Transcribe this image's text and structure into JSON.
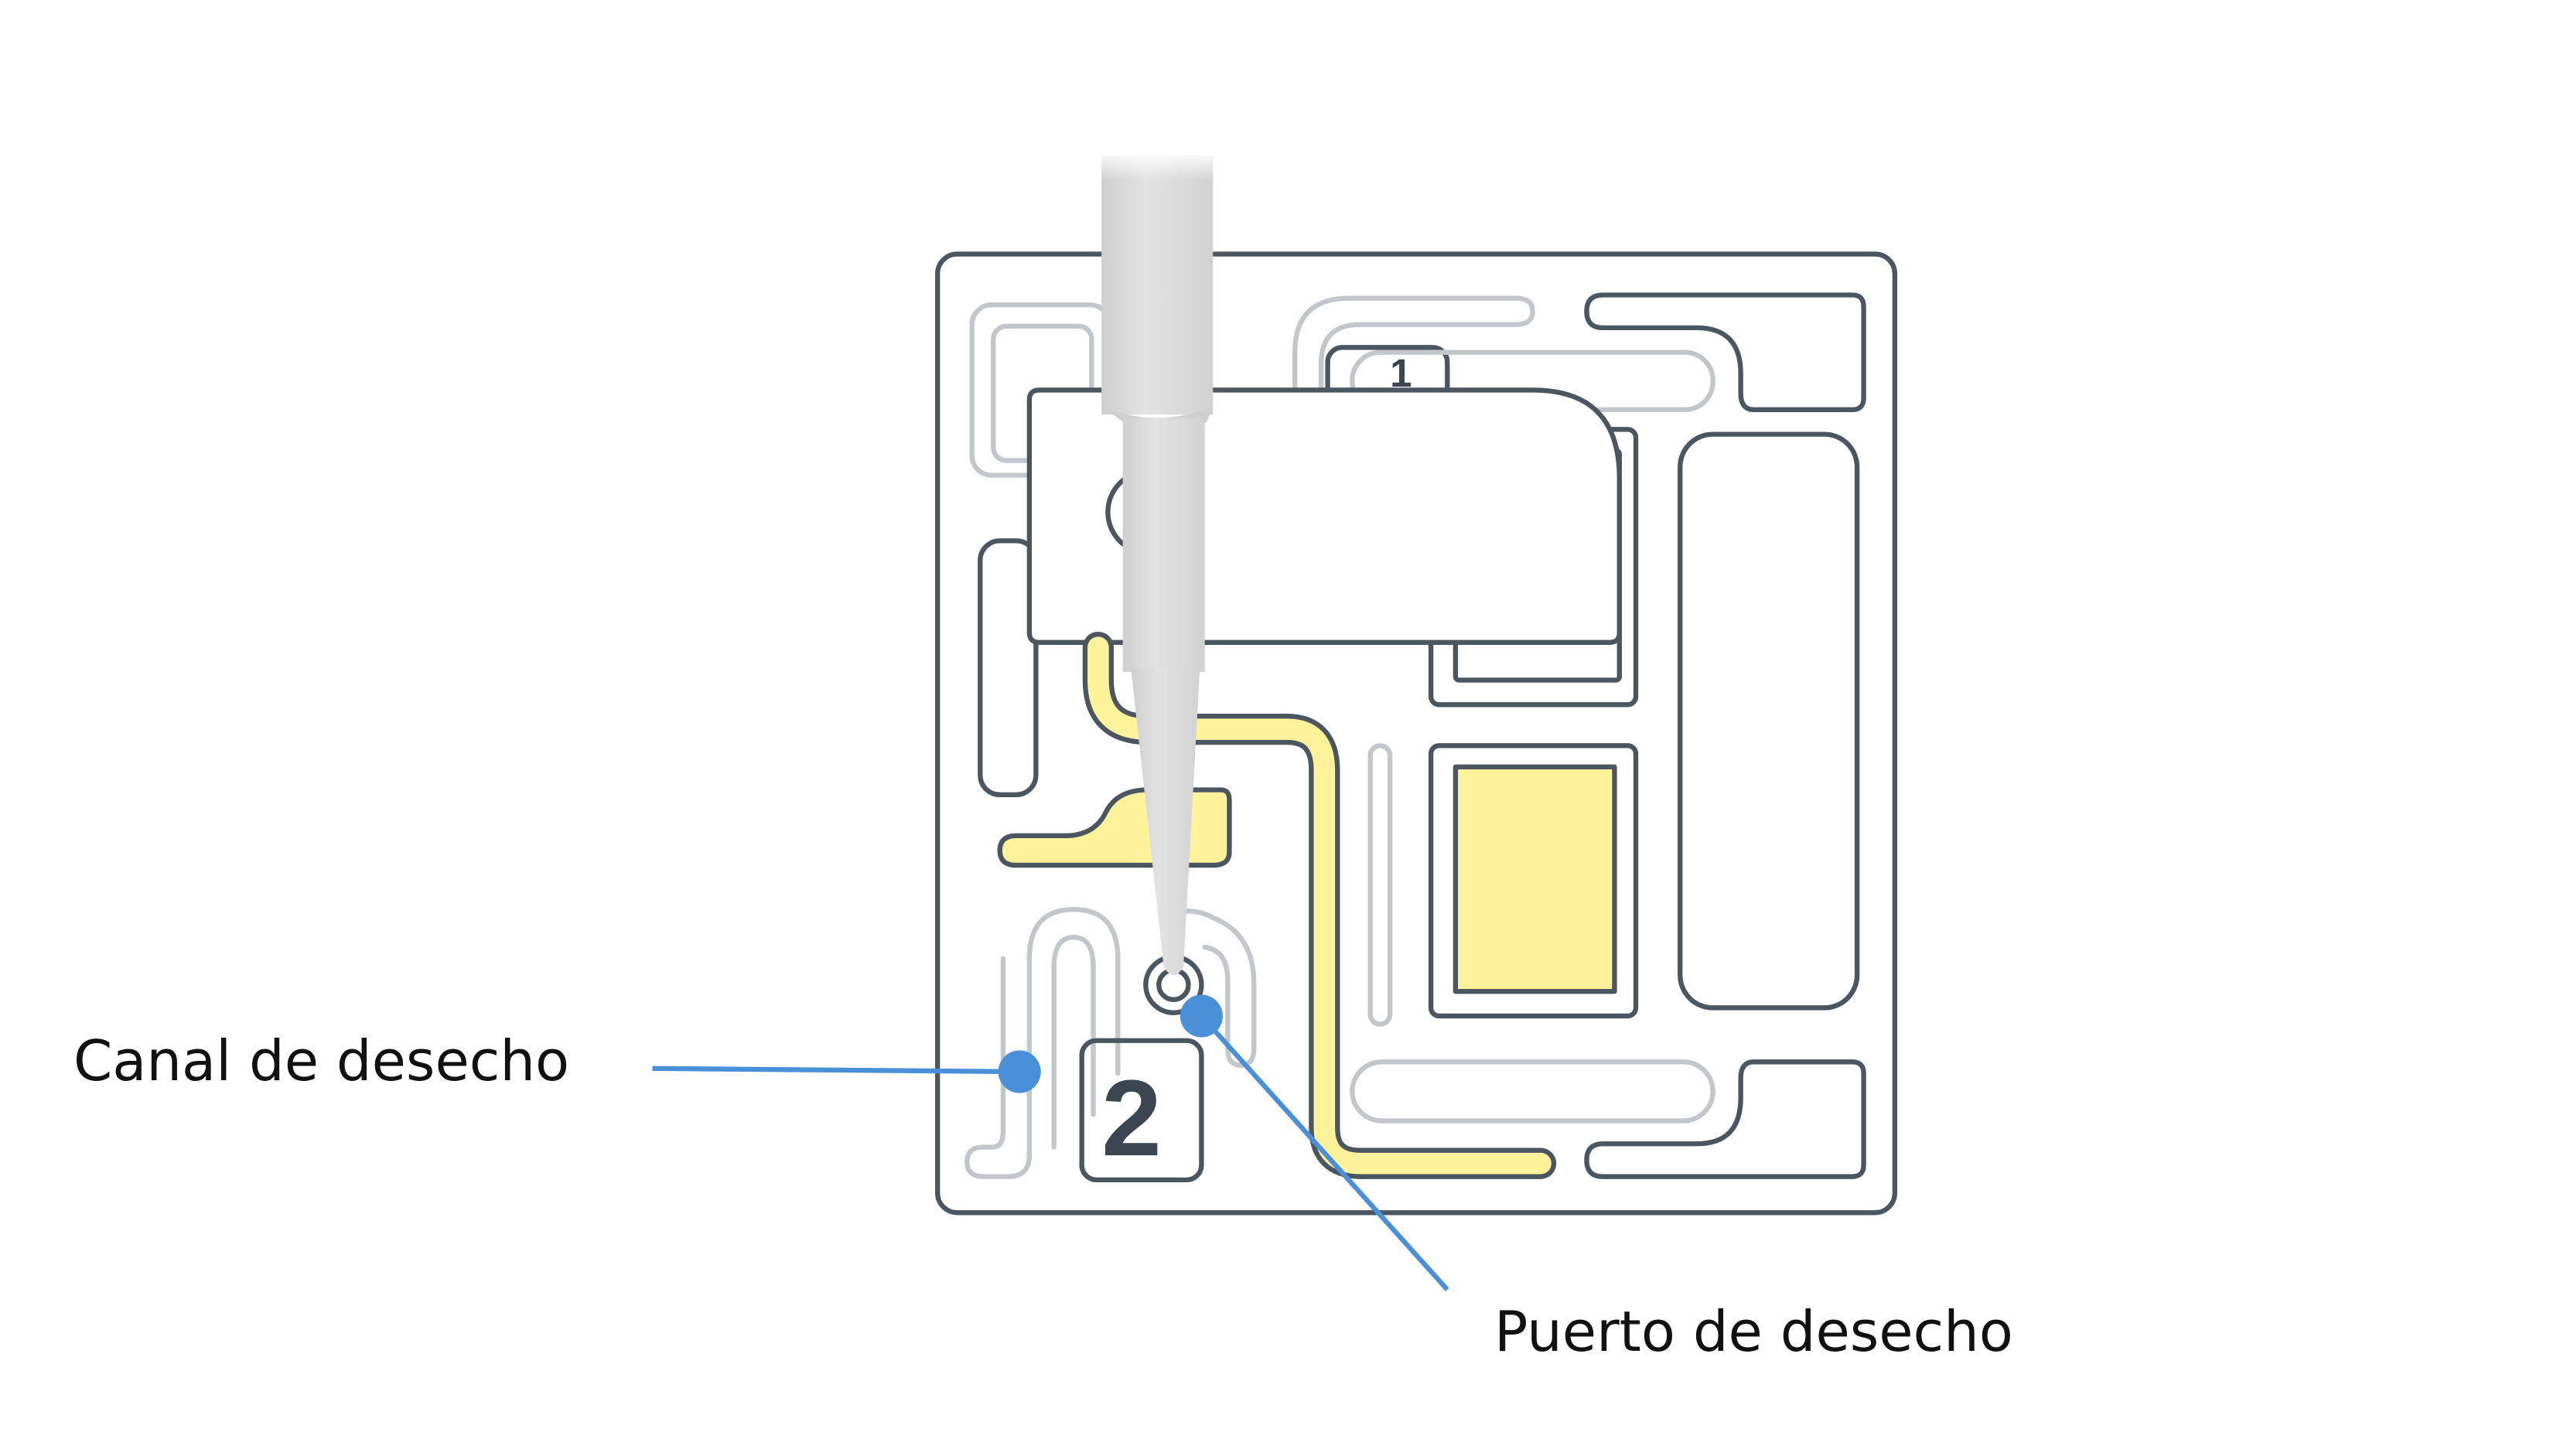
{
  "diagram": {
    "chip_labels": {
      "port_1": "1",
      "port_2": "2"
    },
    "callouts": [
      {
        "label": "Canal de desecho"
      },
      {
        "label": "Puerto de desecho"
      }
    ],
    "colors": {
      "outline_dark": "#4b5661",
      "outline_light": "#c3c7cb",
      "fill_yellow": "#fff29b",
      "callout_blue": "#4a90d9",
      "pipette": "#dedede"
    }
  }
}
